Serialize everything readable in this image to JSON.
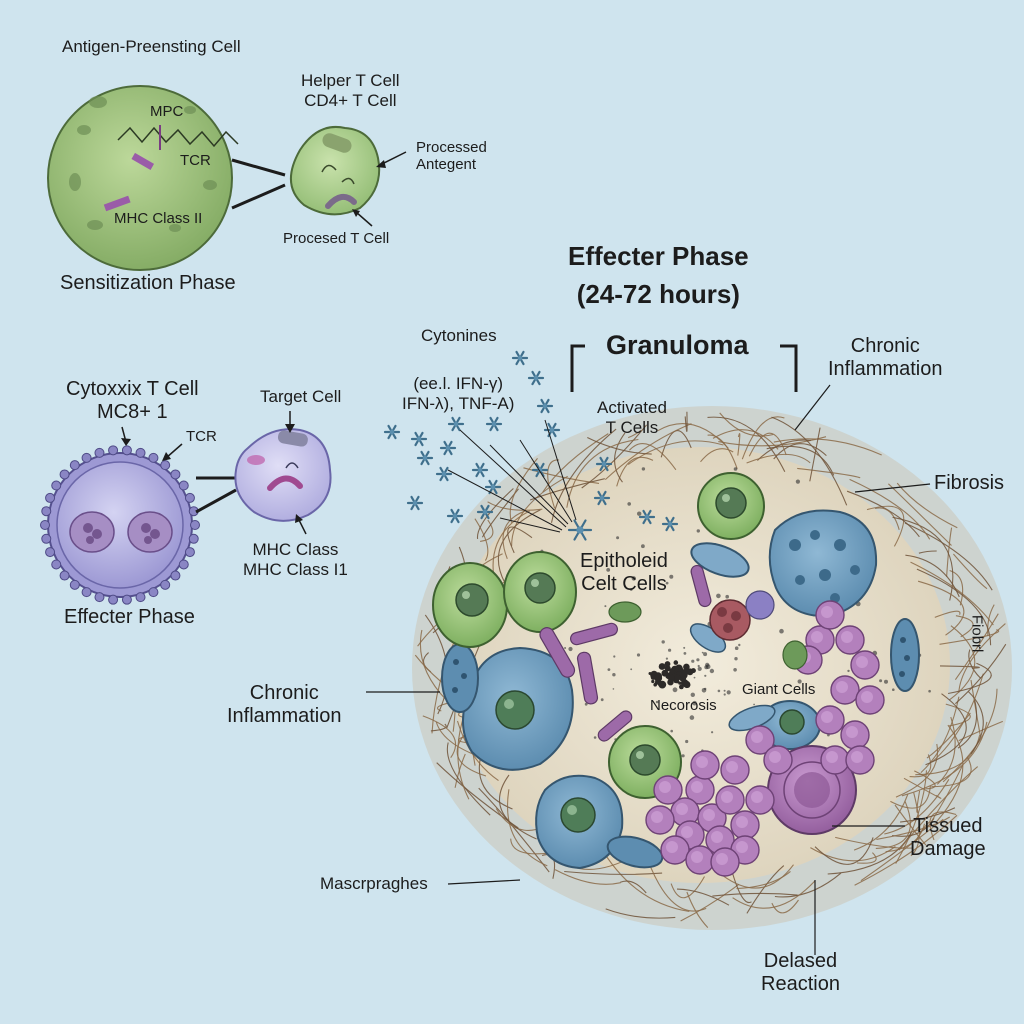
{
  "sensitization": {
    "apc_label": "Antigen-Preensting Cell",
    "mpc": "MPC",
    "tcr": "TCR",
    "mhc_class_ii": "MHC Class II",
    "helper_t_line1": "Helper T Cell",
    "helper_t_line2": "CD4+ T Cell",
    "processed_antigen_line1": "Processed",
    "processed_antigen_line2": "Antegent",
    "processed_t_cell": "Procesed T Cell",
    "phase_label": "Sensitization Phase"
  },
  "effector_left": {
    "cytotoxic_line1": "Cytoxxix T Cell",
    "cytotoxic_line2": "MC8+ 1",
    "tcr": "TCR",
    "target_cell": "Target Cell",
    "mhc_line1": "MHC Class",
    "mhc_line2": "MHC Class I1",
    "phase_label": "Effecter Phase"
  },
  "effector_main": {
    "title_line1": "Effecter Phase",
    "title_line2": "(24-72 hours)",
    "granuloma": "Granuloma",
    "cytokines": "Cytonines",
    "cytokine_examples_line1": "(ee.l. IFN-γ)",
    "cytokine_examples_line2": "IFN-λ), TNF-A)",
    "activated_t_line1": "Activated",
    "activated_t_line2": "T Cells",
    "epithelioid_line1": "Epitholeid",
    "epithelioid_line2": "Celt Cells",
    "necrosis": "Necorosis",
    "giant_cells": "Giant Cells",
    "chronic_inflammation_right_line1": "Chronic",
    "chronic_inflammation_right_line2": "Inflammation",
    "fibrosis": "Fibrosis",
    "fibrosis_rotated": "Fiobrl",
    "chronic_inflammation_left_line1": "Chronic",
    "chronic_inflammation_left_line2": "Inflammation",
    "macrophages": "Mascrpraghes",
    "tissue_damage_line1": "Tissued",
    "tissue_damage_line2": "Damage",
    "delayed_line1": "Delased",
    "delayed_line2": "Reaction"
  },
  "colors": {
    "background": "#cfe4ee",
    "apc_green": "#9cc07a",
    "t_cell_green": "#a9cf8a",
    "cytotoxic_purple": "#b3b0e0",
    "target_lavender": "#c8c6ea",
    "macrophage_blue": "#6f9fbf",
    "giant_cell_purple": "#b07ab8",
    "fibrous_brown": "#8a6a48",
    "necrosis_dark": "#3a3634"
  }
}
